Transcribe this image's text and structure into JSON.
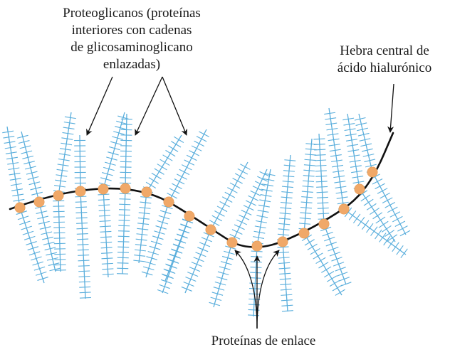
{
  "labels": {
    "proteoglycans": [
      "Proteoglicanos (proteínas",
      "interiores con cadenas",
      "de glicosaminoglicano",
      "enlazadas)"
    ],
    "hyaluronic_strand": [
      "Hebra central de",
      "ácido hialurónico"
    ],
    "link_proteins": "Proteínas de enlace"
  },
  "colors": {
    "backbone": "#111111",
    "link_protein": "#f0a868",
    "gag_chain": "#5aaedc",
    "arrow": "#111111",
    "text": "#1a1a1a"
  }
}
